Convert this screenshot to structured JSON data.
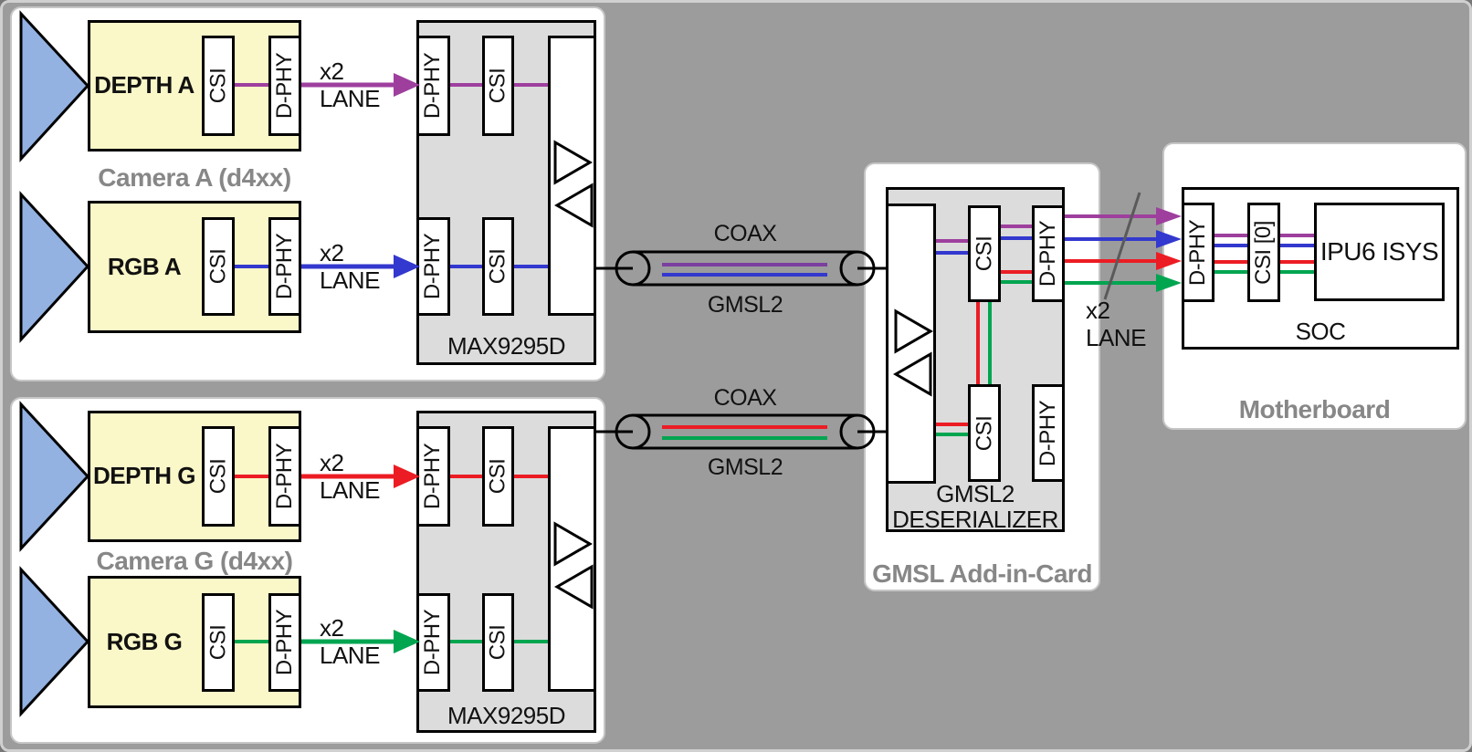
{
  "colors": {
    "purple": "#9E3F9E",
    "coax_purple": "#7B3FA0",
    "blue": "#3338CE",
    "red": "#EC1C24",
    "green": "#00A550",
    "camera_fill": "#FAF7C8",
    "lens_fill": "#93B2E2",
    "chip_fill": "#DCDCDC",
    "panel_fill": "#FFFFFF",
    "page_bg": "#9C9C9C",
    "caption_gray": "#878787"
  },
  "shared": {
    "csi": "CSI",
    "dphy": "D-PHY",
    "x2": "x2",
    "lane": "LANE",
    "coax": "COAX",
    "gmsl2": "GMSL2",
    "serializer": "MAX9295D"
  },
  "camera_group_a": {
    "caption": "Camera A (d4xx)",
    "depth_label": "DEPTH A",
    "rgb_label": "RGB A"
  },
  "camera_group_g": {
    "caption": "Camera G (d4xx)",
    "depth_label": "DEPTH G",
    "rgb_label": "RGB G"
  },
  "addin_card": {
    "caption": "GMSL Add-in-Card",
    "chip_name_line1": "GMSL2",
    "chip_name_line2": "DESERIALIZER"
  },
  "motherboard": {
    "caption": "Motherboard",
    "soc_label": "SOC",
    "csi_label": "CSI [0]",
    "ipu_label": "IPU6 ISYS"
  }
}
